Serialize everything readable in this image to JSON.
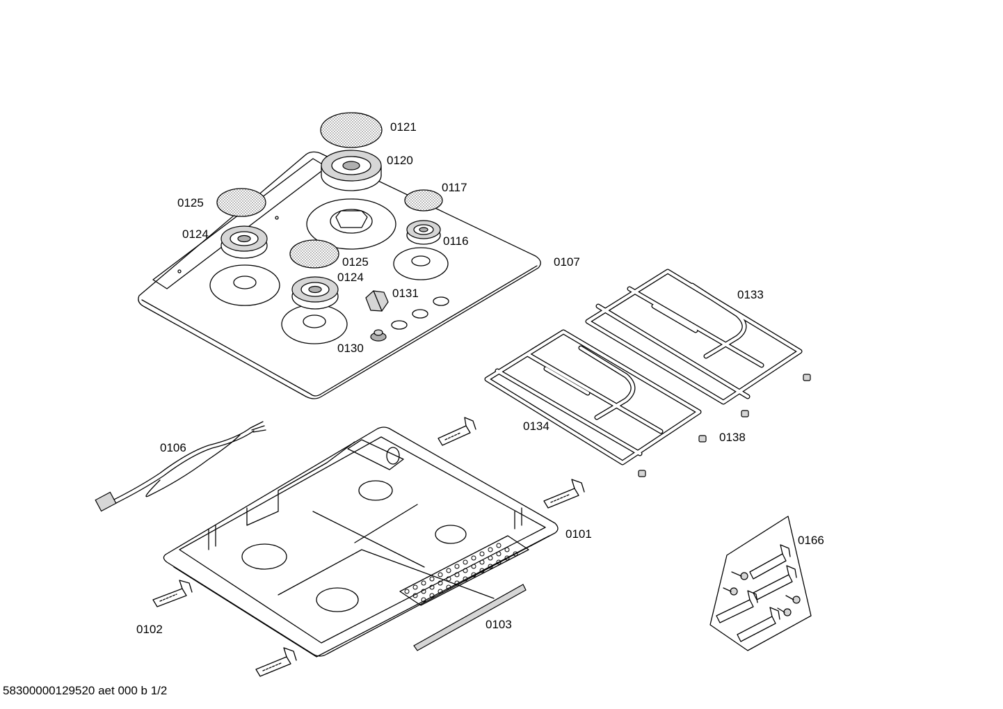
{
  "labels": {
    "p0121": "0121",
    "p0120": "0120",
    "p0117": "0117",
    "p0125a": "0125",
    "p0124a": "0124",
    "p0116": "0116",
    "p0125b": "0125",
    "p0107": "0107",
    "p0124b": "0124",
    "p0131": "0131",
    "p0133": "0133",
    "p0130": "0130",
    "p0106": "0106",
    "p0134": "0134",
    "p0138": "0138",
    "p0101": "0101",
    "p0166": "0166",
    "p0102": "0102",
    "p0103": "0103"
  },
  "footer": "58300000129520 aet 000 b 1/2"
}
